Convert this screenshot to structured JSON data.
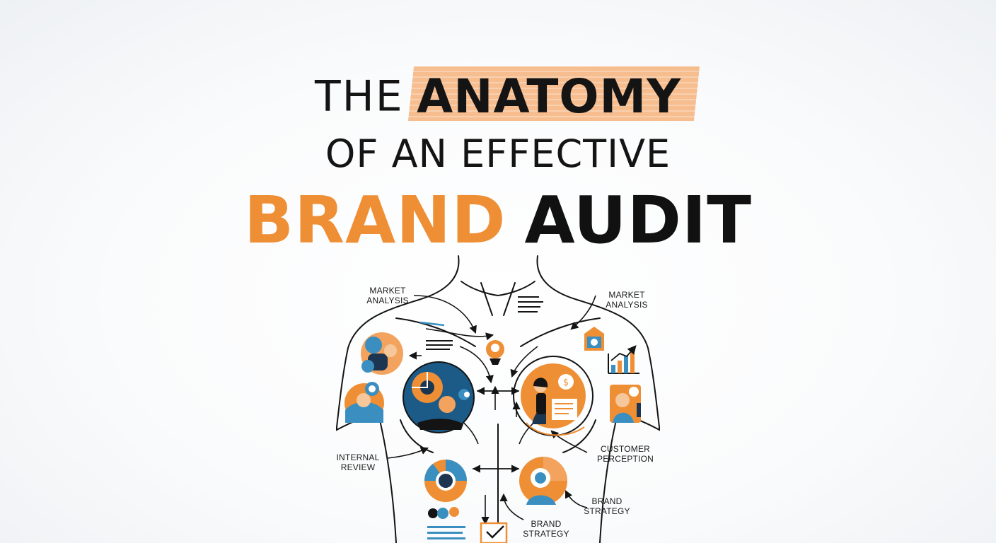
{
  "title": {
    "the": "THE",
    "anatomy": "ANATOMY",
    "line2": "OF AN EFFECTIVE",
    "brand": "BRAND",
    "audit": "AUDIT"
  },
  "labels": {
    "market_left_1": "MARKET",
    "market_left_2": "ANALYSIS",
    "market_right_1": "MARKET",
    "market_right_2": "ANALYSIS",
    "internal_1": "INTERNAL",
    "internal_2": "REVIEW",
    "customer_1": "CUSTOMER",
    "customer_2": "PERCEPTION",
    "strategy_right_1": "BRAND",
    "strategy_right_2": "STRATEGY",
    "strategy_bottom_1": "BRAND",
    "strategy_bottom_2": "STRATEGY"
  },
  "colors": {
    "orange": "#ef8f35",
    "blue": "#3a8fc0",
    "dark": "#141414",
    "navy": "#1c3550"
  }
}
